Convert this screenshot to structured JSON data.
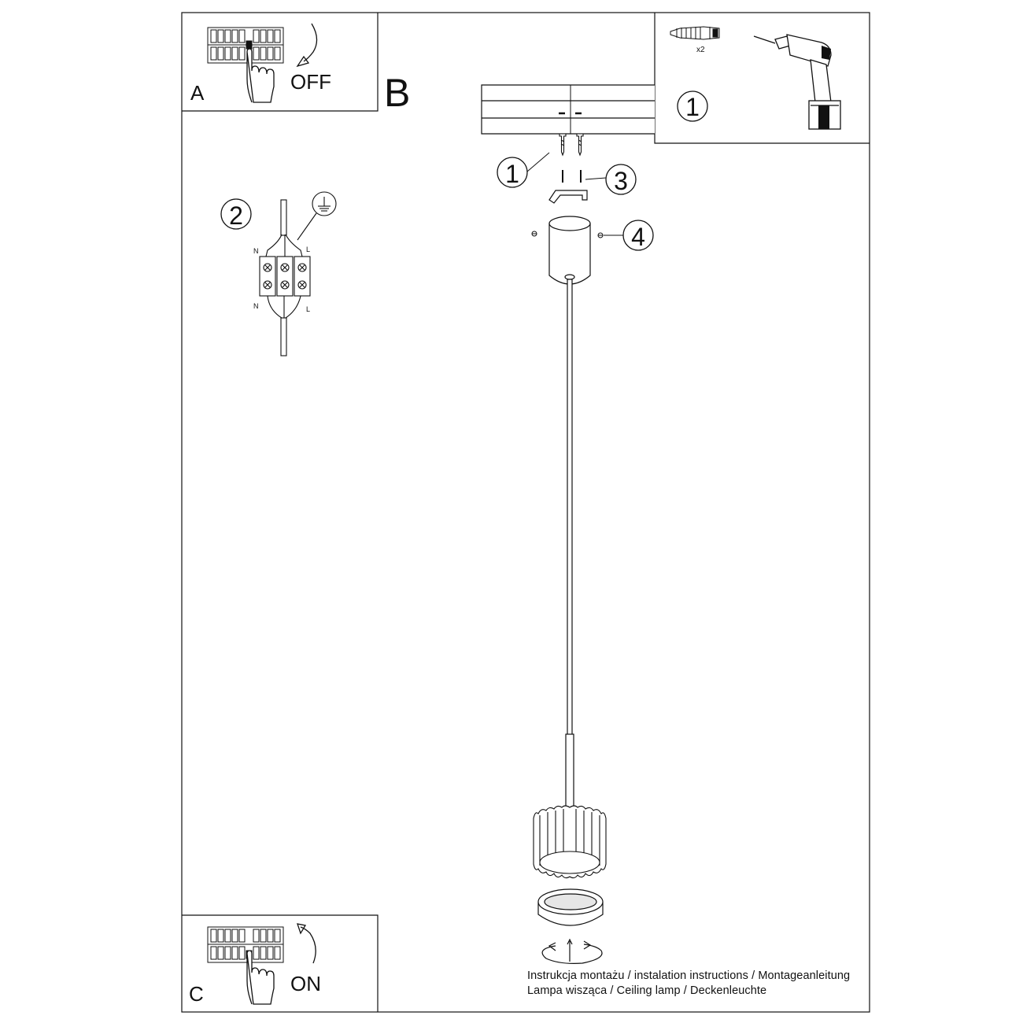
{
  "panels": {
    "a": {
      "label": "A",
      "action": "OFF"
    },
    "b": {
      "label": "B"
    },
    "c": {
      "label": "C",
      "action": "ON"
    }
  },
  "wiring": {
    "step": "2",
    "terminal_left_top": "N",
    "terminal_right_top": "L",
    "terminal_left_bottom": "N",
    "terminal_right_bottom": "L"
  },
  "tools": {
    "step": "1",
    "quantity": "x2"
  },
  "callouts": {
    "screws": "1",
    "bracket_screws": "3",
    "side_screws": "4"
  },
  "footer": {
    "line1": "Instrukcja montażu / instalation instructions / Montageanleitung",
    "line2": "Lampa wisząca / Ceiling lamp / Deckenleuchte"
  },
  "colors": {
    "line": "#111111",
    "background": "#ffffff",
    "fill_gray": "#e6e6e6"
  }
}
